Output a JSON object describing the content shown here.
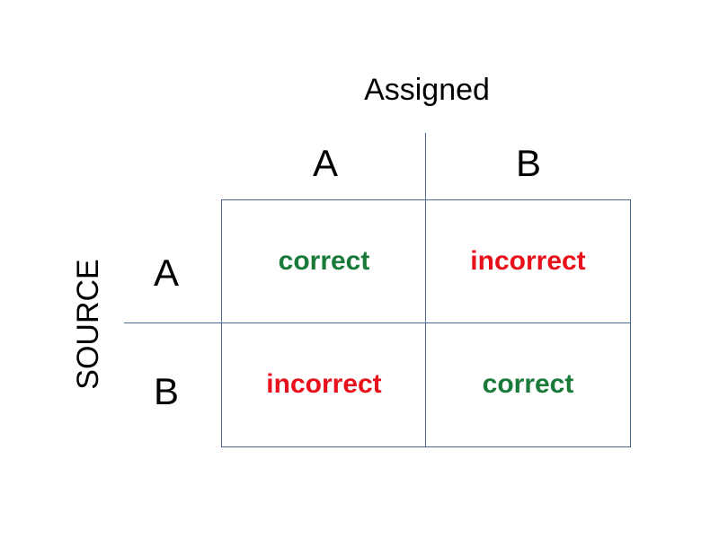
{
  "column_axis_label": "Assigned",
  "row_axis_label": "SOURCE",
  "columns": [
    "A",
    "B"
  ],
  "rows": [
    "A",
    "B"
  ],
  "cells": [
    [
      {
        "text": "correct",
        "color": "#1a7a3a"
      },
      {
        "text": "incorrect",
        "color": "#e8101a"
      }
    ],
    [
      {
        "text": "incorrect",
        "color": "#e8101a"
      },
      {
        "text": "correct",
        "color": "#1a7a3a"
      }
    ]
  ],
  "line_color": "#4a6a94"
}
